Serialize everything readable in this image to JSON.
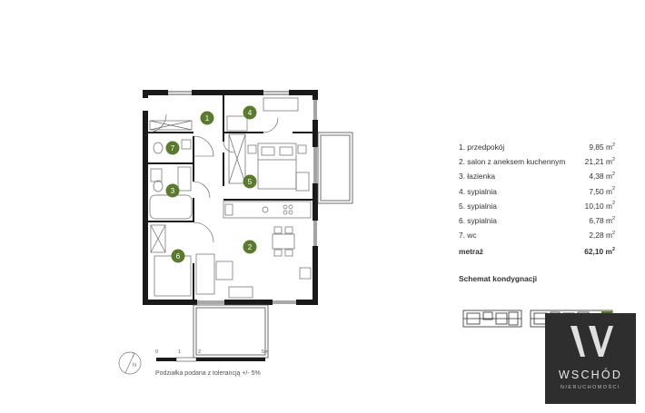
{
  "rooms": [
    {
      "number": "1",
      "label": "1. przedpokój",
      "area": "9,85 m",
      "unit_sup": "2"
    },
    {
      "number": "2",
      "label": "2. salon z aneksem kuchennym",
      "area": "21,21 m",
      "unit_sup": "2"
    },
    {
      "number": "3",
      "label": "3. łazienka",
      "area": "4,38 m",
      "unit_sup": "2"
    },
    {
      "number": "4",
      "label": "4. sypialnia",
      "area": "7,50 m",
      "unit_sup": "2"
    },
    {
      "number": "5",
      "label": "5. sypialnia",
      "area": "10,10 m",
      "unit_sup": "2"
    },
    {
      "number": "6",
      "label": "6. sypialnia",
      "area": "6,78 m",
      "unit_sup": "2"
    },
    {
      "number": "7",
      "label": "7. wc",
      "area": "2,28 m",
      "unit_sup": "2"
    }
  ],
  "total": {
    "label": "metraż",
    "area": "62,10 m",
    "unit_sup": "2"
  },
  "schema_title": "Schemat kondygnacji",
  "scale": {
    "ticks": [
      "0",
      "1",
      "2",
      "5m"
    ],
    "note": "Podziałka podana z tolerancją +/- 5%"
  },
  "compass_label": "N",
  "logo": {
    "name": "WSCHÓD",
    "subtitle": "NIERUCHOMOŚCI"
  },
  "colors": {
    "room_marker": "#5a7a2e",
    "walls": "#1a1a1a",
    "highlight": "#4f7a1f",
    "logo_bg": "#2e2e2e"
  }
}
